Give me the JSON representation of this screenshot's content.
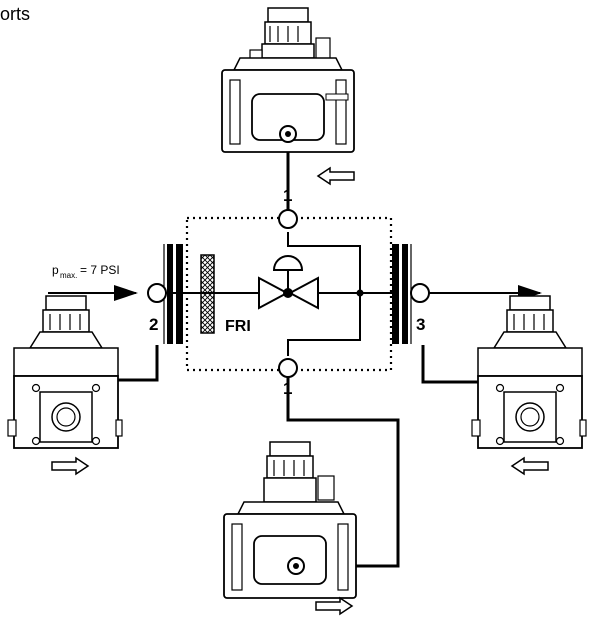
{
  "title_fragment": "orts",
  "pressure": {
    "symbol": "p",
    "subscript": "max.",
    "value": "= 7 PSI"
  },
  "ports": {
    "top": "1",
    "bottom": "1",
    "inlet": "2",
    "outlet": "3"
  },
  "filter_label": "FRI"
}
